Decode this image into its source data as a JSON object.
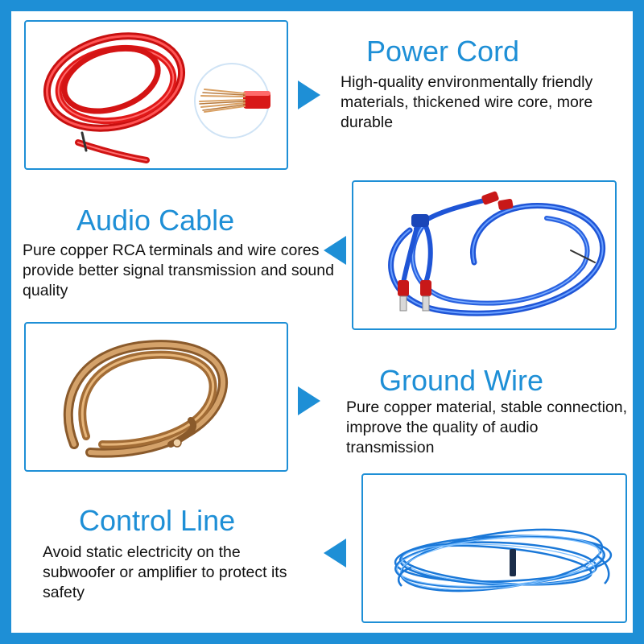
{
  "theme": {
    "accent": "#1e8fd6",
    "title_color": "#1e8fd6",
    "text_color": "#111111",
    "background": "#ffffff"
  },
  "sections": [
    {
      "title": "Power Cord",
      "description": "High-quality environmentally friendly materials, thickened wire core, more durable",
      "image_icon": "red-power-cable-coil-icon",
      "arrow_direction": "right",
      "color": "#e11a1a"
    },
    {
      "title": "Audio Cable",
      "description": "Pure copper RCA terminals and wire cores provide better signal transmission and sound quality",
      "image_icon": "blue-rca-cable-icon",
      "arrow_direction": "left",
      "color": "#1f55d6"
    },
    {
      "title": "Ground Wire",
      "description": "Pure copper material, stable connection, improve the quality of audio transmission",
      "image_icon": "copper-ground-wire-coil-icon",
      "arrow_direction": "right",
      "color": "#b9874d"
    },
    {
      "title": "Control Line",
      "description": "Avoid static electricity on the subwoofer or amplifier to protect its safety",
      "image_icon": "blue-control-wire-coil-icon",
      "arrow_direction": "left",
      "color": "#1a78d8"
    }
  ]
}
